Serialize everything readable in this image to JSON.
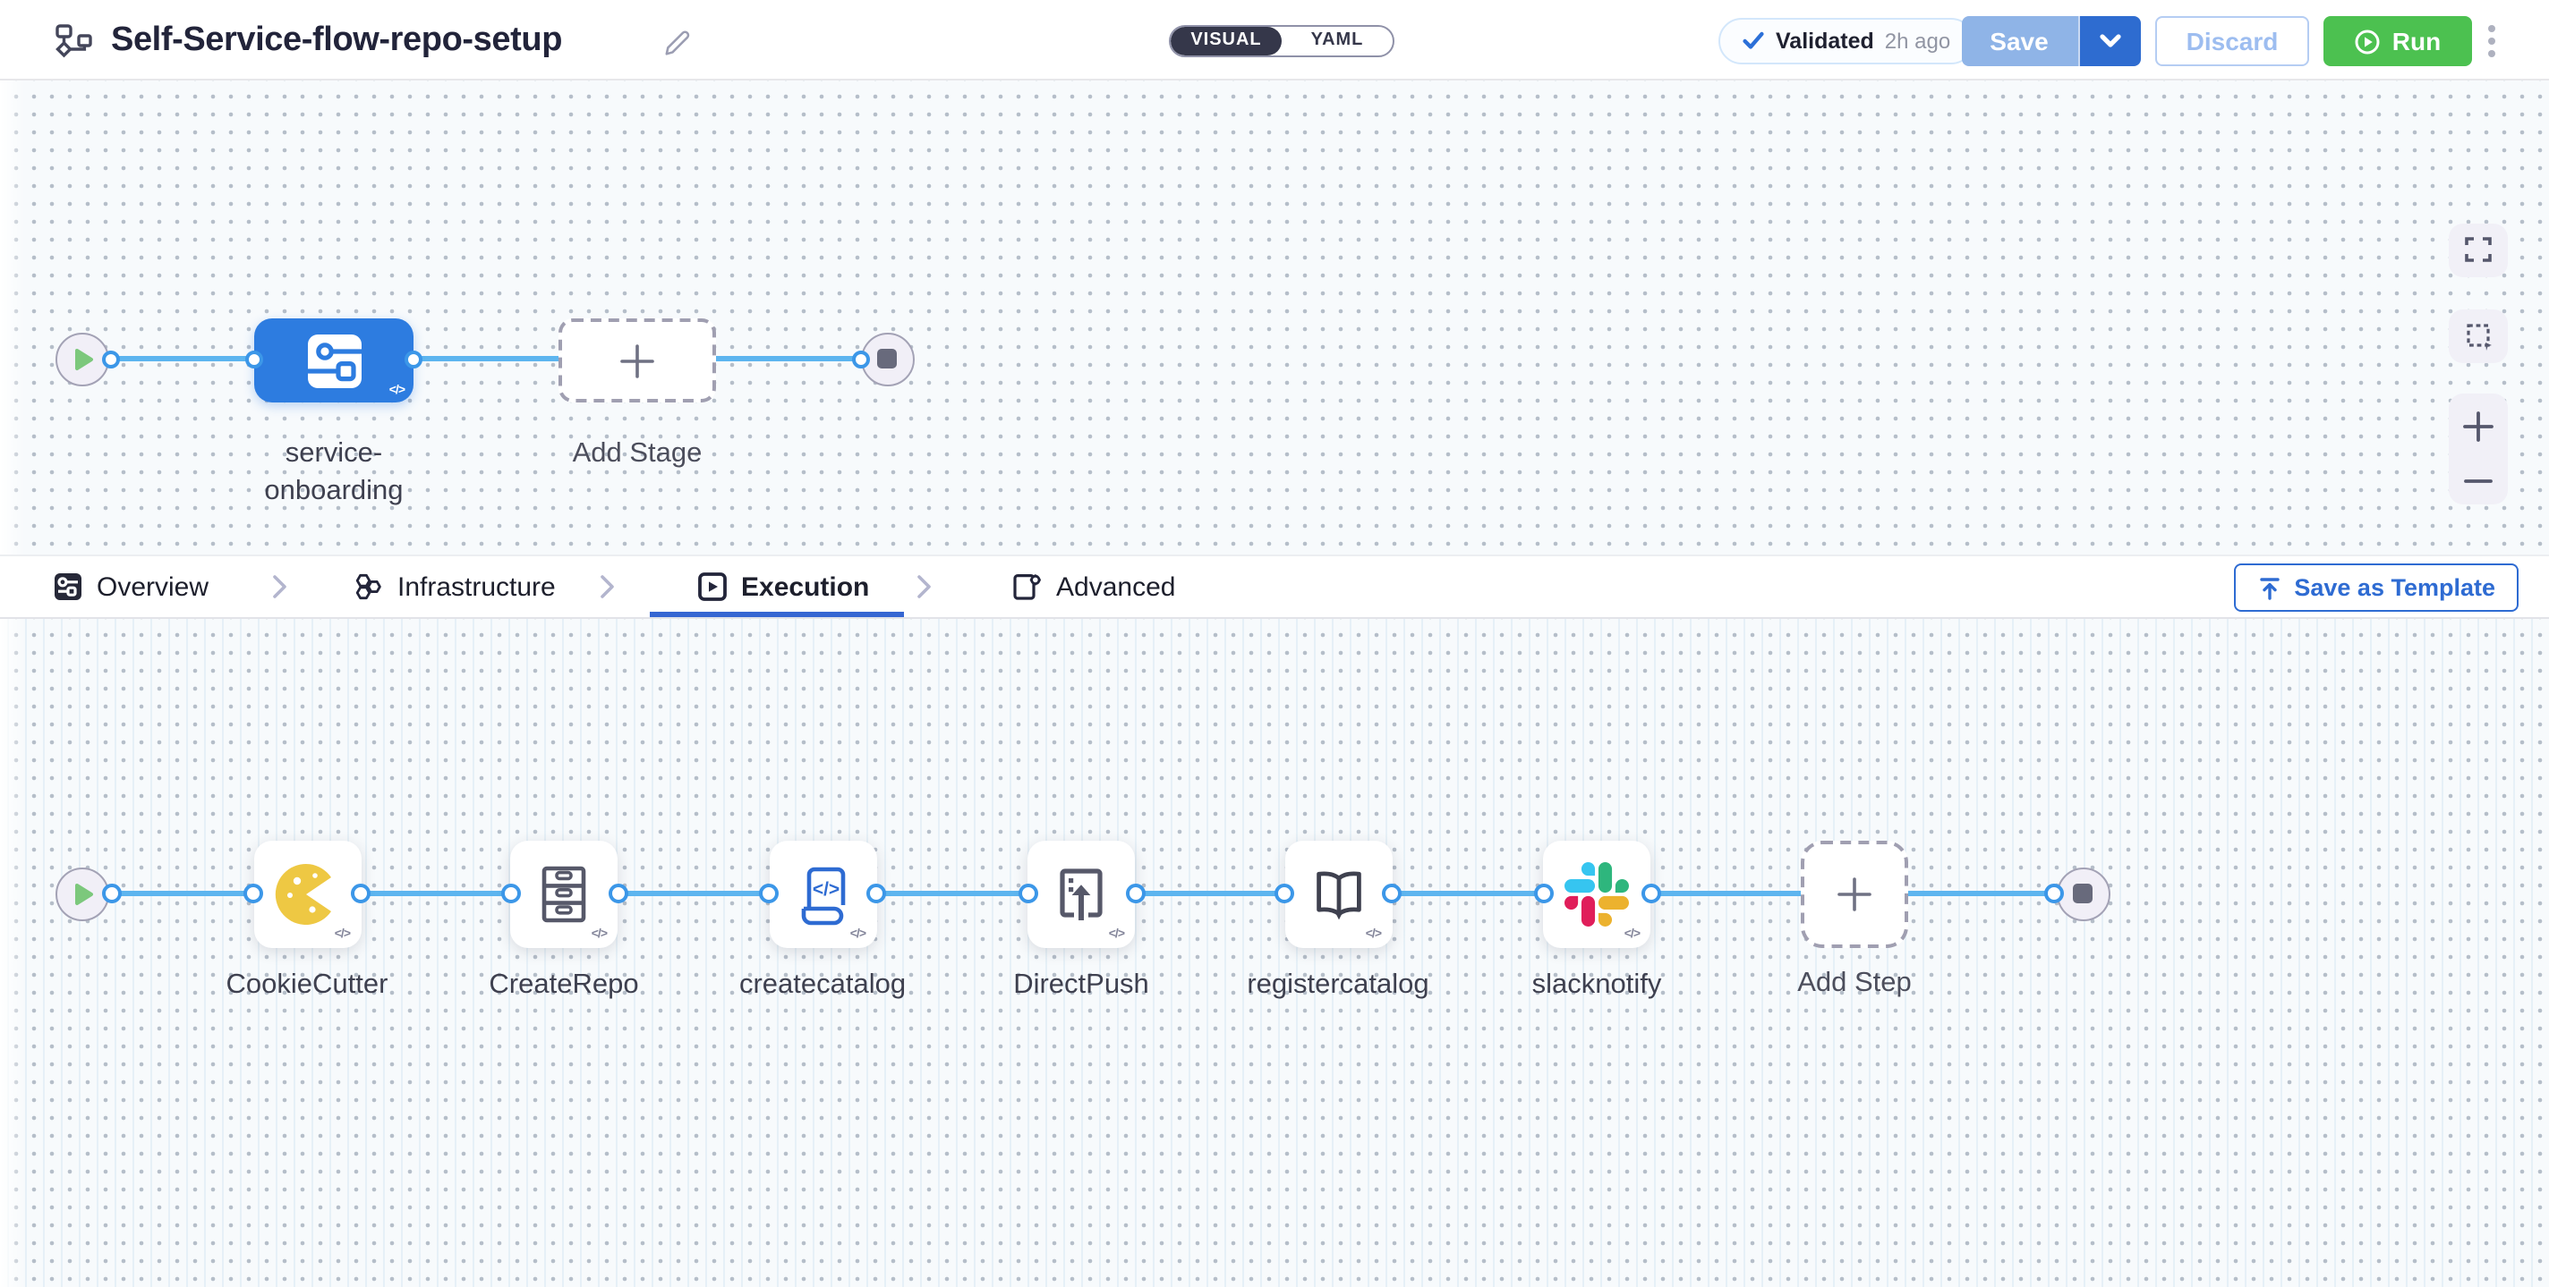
{
  "header": {
    "title": "Self-Service-flow-repo-setup",
    "toggle": {
      "visual": "VISUAL",
      "yaml": "YAML",
      "selected": "VISUAL"
    },
    "validated": {
      "label": "Validated",
      "time": "2h ago"
    },
    "save": "Save",
    "discard": "Discard",
    "run": "Run"
  },
  "pipeline": {
    "stage_line1": "service-",
    "stage_line2": "onboarding",
    "add_stage": "Add Stage"
  },
  "tabs": {
    "overview": "Overview",
    "infrastructure": "Infrastructure",
    "execution": "Execution",
    "advanced": "Advanced",
    "active": "Execution",
    "save_as_template": "Save as Template"
  },
  "execution": {
    "steps": [
      {
        "name": "CookieCutter"
      },
      {
        "name": "CreateRepo"
      },
      {
        "name": "createcatalog"
      },
      {
        "name": "DirectPush"
      },
      {
        "name": "registercatalog"
      },
      {
        "name": "slacknotify"
      }
    ],
    "add_step": "Add Step",
    "code_badge": "</>"
  },
  "colors": {
    "stage_blue": "#2d7ce0",
    "line_blue": "#5db5ef",
    "accent_blue": "#2e6bd2",
    "run_green": "#4cc150",
    "toggle_dark": "#35374a"
  }
}
